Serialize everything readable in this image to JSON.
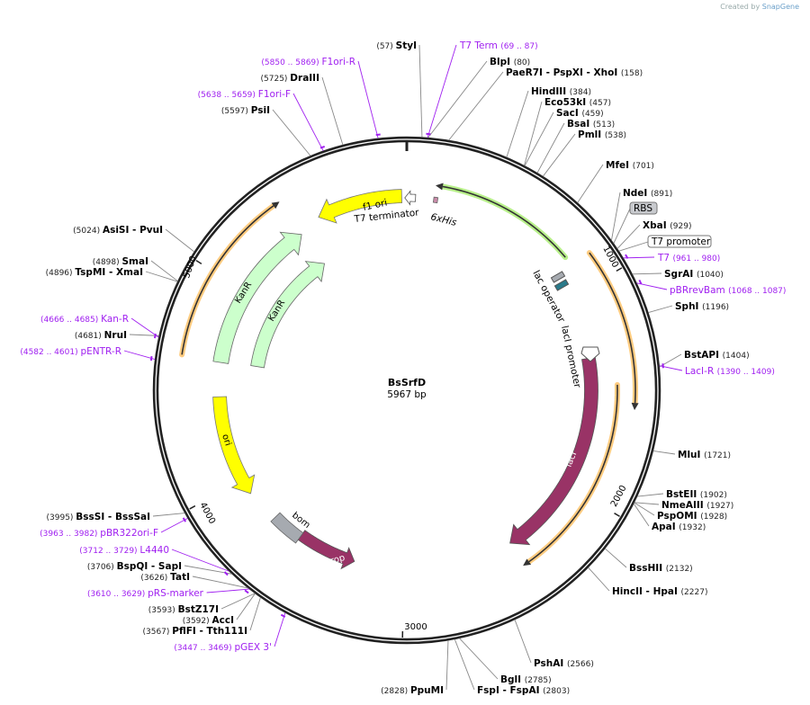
{
  "credit": {
    "prefix": "Created by",
    "brand": "SnapGene"
  },
  "plasmid": {
    "name": "BsSrfD",
    "length_label": "5967 bp",
    "length": 5967
  },
  "ticks": [
    1000,
    2000,
    3000,
    4000,
    5000
  ],
  "colors": {
    "backbone": "#222222",
    "primer": "#a020f0",
    "yellow": "#ffff00",
    "kanr": "#ccffcc",
    "laci": "#993366",
    "orange_glow": "#ffcc80",
    "green_glow": "#b8f08a",
    "bom": "#a6aab0",
    "lacop": "#2a7a8a"
  },
  "sites": [
    {
      "names": [
        "StyI"
      ],
      "pos": 57
    },
    {
      "names": [
        "BlpI"
      ],
      "pos": 80
    },
    {
      "names": [
        "PaeR7I",
        "PspXI",
        "XhoI"
      ],
      "pos": 158
    },
    {
      "names": [
        "HindIII"
      ],
      "pos": 384
    },
    {
      "names": [
        "Eco53kI"
      ],
      "pos": 457
    },
    {
      "names": [
        "SacI"
      ],
      "pos": 459
    },
    {
      "names": [
        "BsaI"
      ],
      "pos": 513
    },
    {
      "names": [
        "PmlI"
      ],
      "pos": 538
    },
    {
      "names": [
        "MfeI"
      ],
      "pos": 701
    },
    {
      "names": [
        "NdeI"
      ],
      "pos": 891
    },
    {
      "names": [
        "XbaI"
      ],
      "pos": 929
    },
    {
      "names": [
        "SgrAI"
      ],
      "pos": 1040
    },
    {
      "names": [
        "SphI"
      ],
      "pos": 1196
    },
    {
      "names": [
        "BstAPI"
      ],
      "pos": 1404
    },
    {
      "names": [
        "MluI"
      ],
      "pos": 1721
    },
    {
      "names": [
        "BstEII"
      ],
      "pos": 1902
    },
    {
      "names": [
        "NmeAIII"
      ],
      "pos": 1927
    },
    {
      "names": [
        "PspOMI"
      ],
      "pos": 1928
    },
    {
      "names": [
        "ApaI"
      ],
      "pos": 1932
    },
    {
      "names": [
        "BssHII"
      ],
      "pos": 2132
    },
    {
      "names": [
        "HincII",
        "HpaI"
      ],
      "pos": 2227
    },
    {
      "names": [
        "PshAI"
      ],
      "pos": 2566
    },
    {
      "names": [
        "BglI"
      ],
      "pos": 2785
    },
    {
      "names": [
        "FspI",
        "FspAI"
      ],
      "pos": 2803
    },
    {
      "names": [
        "PpuMI"
      ],
      "pos": 2828
    },
    {
      "names": [
        "PflFI",
        "Tth111I"
      ],
      "pos": 3567
    },
    {
      "names": [
        "AccI"
      ],
      "pos": 3592
    },
    {
      "names": [
        "BstZ17I"
      ],
      "pos": 3593
    },
    {
      "names": [
        "TatI"
      ],
      "pos": 3626
    },
    {
      "names": [
        "BspQI",
        "SapI"
      ],
      "pos": 3706
    },
    {
      "names": [
        "BssSI",
        "BssSaI"
      ],
      "pos": 3995
    },
    {
      "names": [
        "NruI"
      ],
      "pos": 4681
    },
    {
      "names": [
        "TspMI",
        "XmaI"
      ],
      "pos": 4896
    },
    {
      "names": [
        "SmaI"
      ],
      "pos": 4898
    },
    {
      "names": [
        "AsiSI",
        "PvuI"
      ],
      "pos": 5024
    },
    {
      "names": [
        "PsiI"
      ],
      "pos": 5597
    },
    {
      "names": [
        "DraIII"
      ],
      "pos": 5725
    }
  ],
  "primers": [
    {
      "name": "T7 Term",
      "start": 69,
      "end": 87
    },
    {
      "name": "T7",
      "start": 961,
      "end": 980
    },
    {
      "name": "pBRrevBam",
      "start": 1068,
      "end": 1087
    },
    {
      "name": "LacI-R",
      "start": 1390,
      "end": 1409
    },
    {
      "name": "pGEX 3'",
      "start": 3447,
      "end": 3469
    },
    {
      "name": "pRS-marker",
      "start": 3610,
      "end": 3629
    },
    {
      "name": "L4440",
      "start": 3712,
      "end": 3729
    },
    {
      "name": "pBR322ori-F",
      "start": 3963,
      "end": 3982
    },
    {
      "name": "pENTR-R",
      "start": 4582,
      "end": 4601
    },
    {
      "name": "Kan-R",
      "start": 4666,
      "end": 4685
    },
    {
      "name": "F1ori-F",
      "start": 5638,
      "end": 5659
    },
    {
      "name": "F1ori-R",
      "start": 5850,
      "end": 5869
    }
  ],
  "boxed_labels": [
    "RBS",
    "T7 promoter"
  ],
  "features": {
    "f1_ori": "f1 ori",
    "t7_terminator": "T7 terminator",
    "his_tag": "6xHis",
    "kanr_outer": "KanR",
    "kanr_inner": "KanR",
    "ori": "ori",
    "bom": "bom",
    "rop": "rop",
    "laci": "lacI",
    "lac_operator": "lac operator",
    "laci_promoter": "lacI promoter"
  }
}
